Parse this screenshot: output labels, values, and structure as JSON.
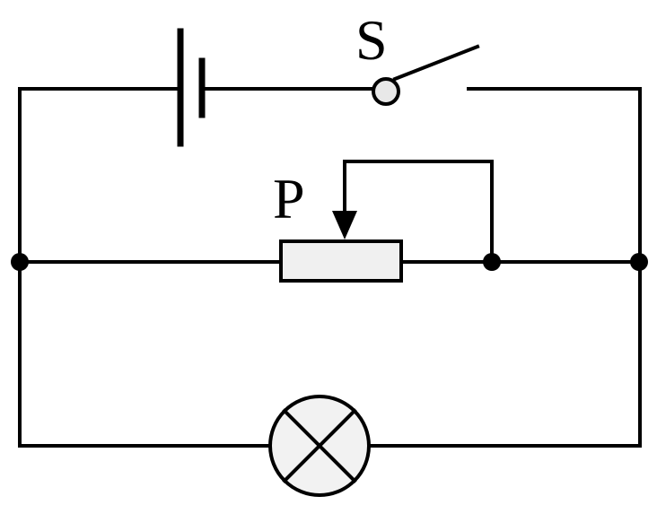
{
  "labels": {
    "switch": "S",
    "slider": "P"
  },
  "colors": {
    "stroke": "#000000",
    "resistor_fill": "#f0f0f0",
    "lamp_fill": "#f2f2f2",
    "switch_pivot_fill": "#e8e8e8"
  },
  "components": [
    {
      "type": "battery",
      "icon": "battery-icon"
    },
    {
      "type": "switch",
      "icon": "switch-icon",
      "state": "open"
    },
    {
      "type": "rheostat",
      "icon": "rheostat-icon"
    },
    {
      "type": "lamp",
      "icon": "lamp-icon"
    }
  ]
}
